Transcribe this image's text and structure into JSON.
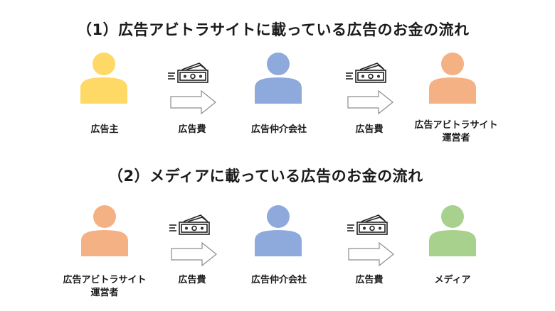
{
  "colors": {
    "advertiser": "#FFD966",
    "agency": "#8EA9DB",
    "arbitrage_operator": "#F4B183",
    "media": "#A9D18E",
    "text": "#1a1a1a",
    "icon_stroke": "#222222",
    "arrow_stroke": "#8c8c8c"
  },
  "section1": {
    "title": "（1）広告アビトラサイトに載っている広告のお金の流れ",
    "nodes": [
      {
        "label": "広告主",
        "color": "#FFD966"
      },
      {
        "label": "広告仲介会社",
        "color": "#8EA9DB"
      },
      {
        "label_line1": "広告アビトラサイト",
        "label_line2": "運営者",
        "color": "#F4B183"
      }
    ],
    "flows": [
      {
        "label": "広告費",
        "icon": "money-bill-icon"
      },
      {
        "label": "広告費",
        "icon": "money-bill-icon"
      }
    ]
  },
  "section2": {
    "title": "（2）メディアに載っている広告のお金の流れ",
    "nodes": [
      {
        "label_line1": "広告アビトラサイト",
        "label_line2": "運営者",
        "color": "#F4B183"
      },
      {
        "label": "広告仲介会社",
        "color": "#8EA9DB"
      },
      {
        "label": "メディア",
        "color": "#A9D18E"
      }
    ],
    "flows": [
      {
        "label": "広告費",
        "icon": "money-bill-icon"
      },
      {
        "label": "広告費",
        "icon": "money-bill-icon"
      }
    ]
  }
}
